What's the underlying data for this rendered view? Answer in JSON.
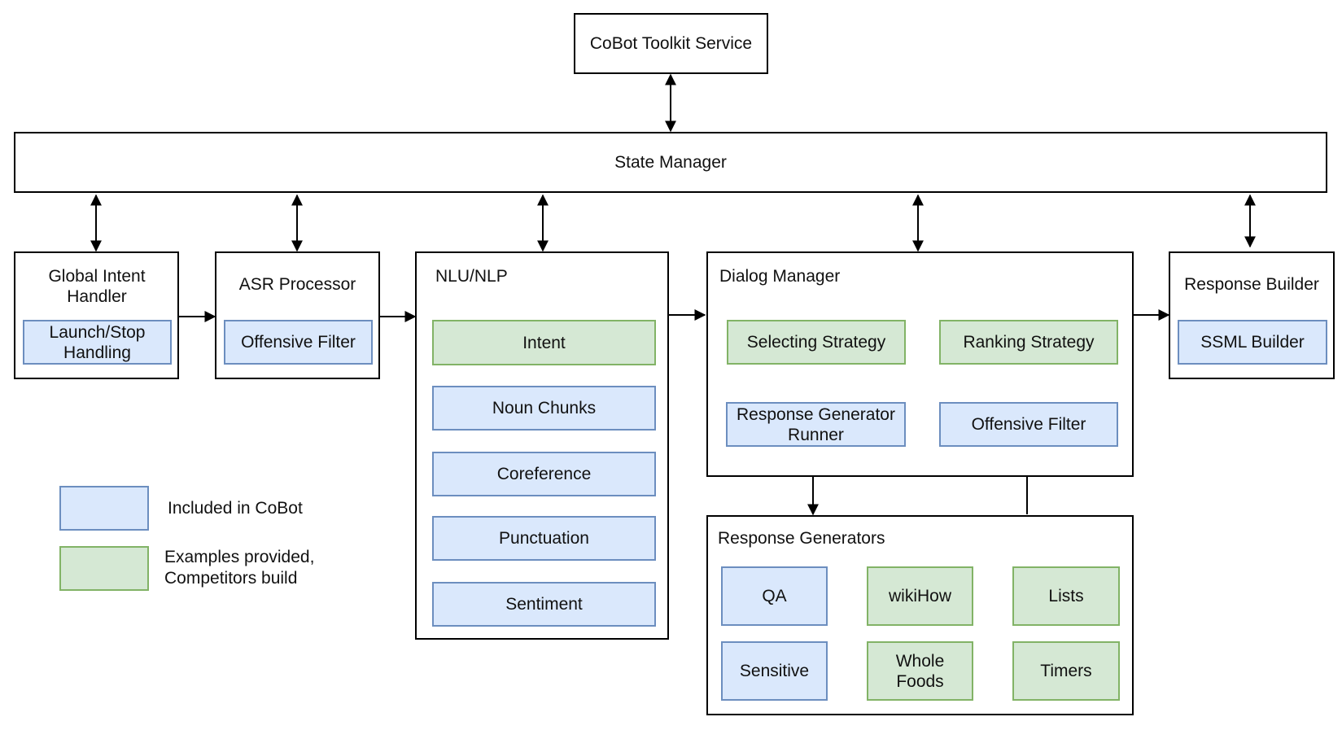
{
  "toolkit": {
    "label": "CoBot Toolkit Service"
  },
  "state_manager": {
    "label": "State Manager"
  },
  "global_intent": {
    "title": "Global Intent Handler",
    "items": [
      "Launch/Stop Handling"
    ]
  },
  "asr": {
    "title": "ASR Processor",
    "items": [
      "Offensive Filter"
    ]
  },
  "nlu": {
    "title": "NLU/NLP",
    "items": [
      "Intent",
      "Noun Chunks",
      "Coreference",
      "Punctuation",
      "Sentiment"
    ]
  },
  "dialog": {
    "title": "Dialog Manager",
    "selecting": "Selecting Strategy",
    "ranking": "Ranking Strategy",
    "runner": "Response Generator Runner",
    "offensive": "Offensive Filter"
  },
  "response_builder": {
    "title": "Response Builder",
    "items": [
      "SSML Builder"
    ]
  },
  "generators": {
    "title": "Response Generators",
    "items": [
      "QA",
      "wikiHow",
      "Lists",
      "Sensitive",
      "Whole Foods",
      "Timers"
    ]
  },
  "legend": {
    "included": "Included in CoBot",
    "examples": "Examples provided, Competitors build"
  },
  "colors": {
    "included_fill": "#dae8fc",
    "included_stroke": "#6c8ebf",
    "example_fill": "#d5e8d4",
    "example_stroke": "#82b366"
  }
}
